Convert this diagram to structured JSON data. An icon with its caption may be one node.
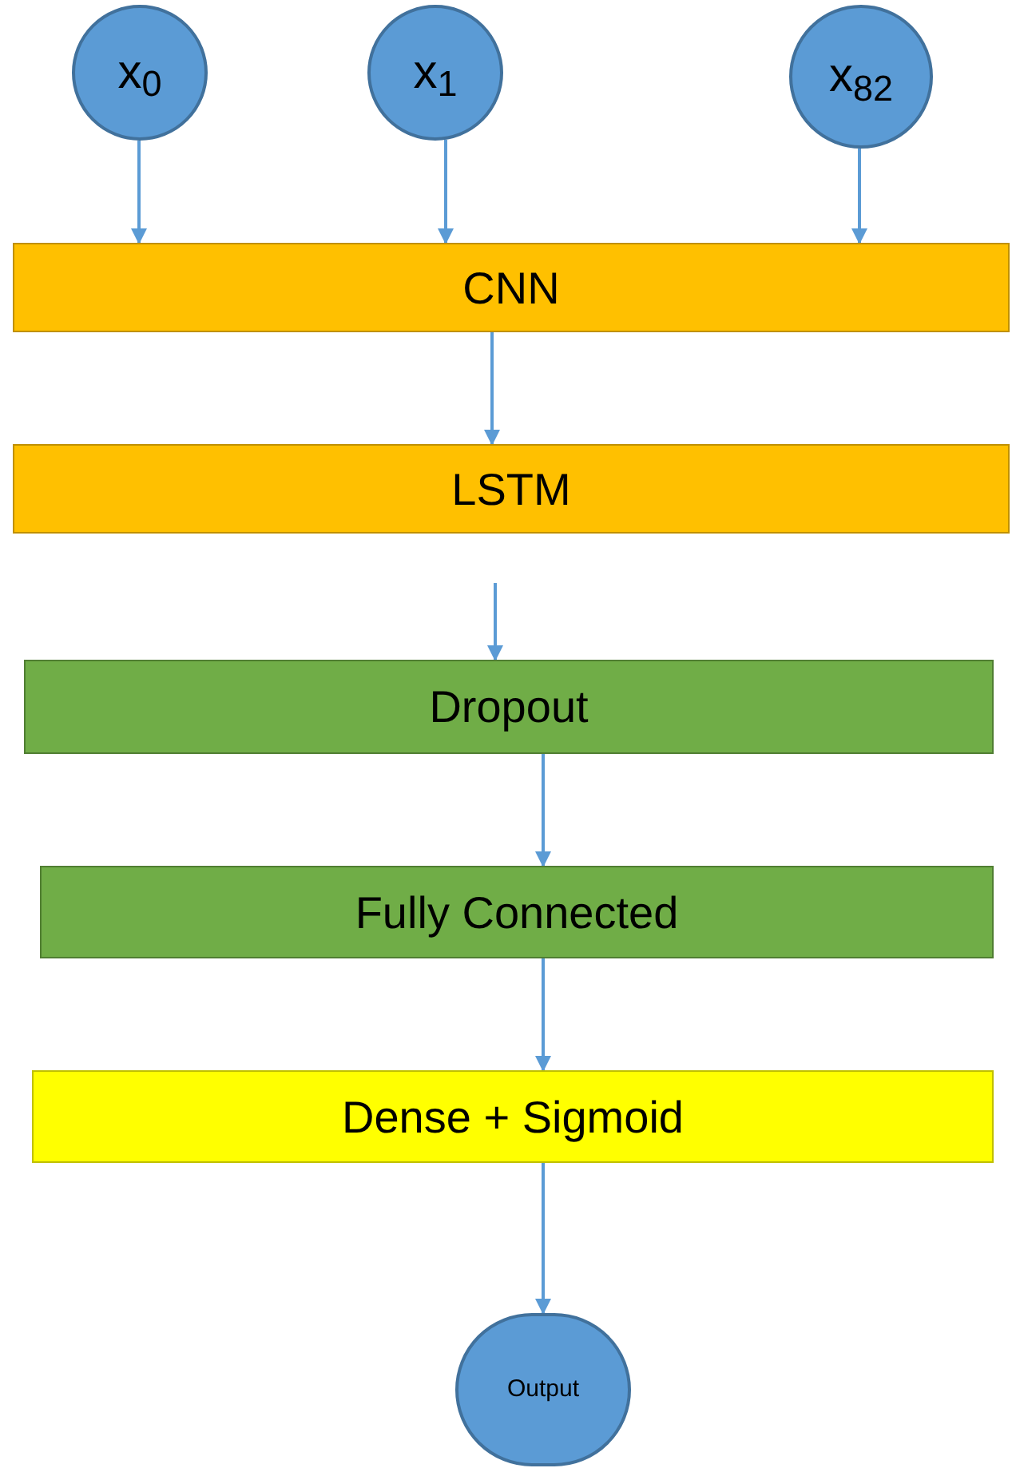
{
  "diagram": {
    "nodes": [
      {
        "text": [
          "x$_{0}$"
        ]
      },
      {
        "text": [
          "x$_{1}$"
        ]
      },
      {
        "text": [
          "x$_{82}$"
        ]
      },
      {
        "text": [
          "CNN"
        ]
      },
      {
        "text": [
          "LSTM"
        ]
      },
      {
        "text": [
          "Dropout"
        ]
      },
      {
        "text": [
          "Fully Connected"
        ]
      },
      {
        "text": [
          "Dense + Sigmoid"
        ]
      },
      {
        "text": [
          "Output"
        ]
      }
    ],
    "edges": [
      {
        "from": 0,
        "to": 3,
        "arrow": "to"
      },
      {
        "from": 1,
        "to": 3,
        "arrow": "to"
      },
      {
        "from": 2,
        "to": 3,
        "arrow": "to"
      },
      {
        "from": 3,
        "to": 4,
        "arrow": "to"
      },
      {
        "from": 4,
        "to": 5,
        "arrow": "to"
      },
      {
        "from": 5,
        "to": 6,
        "arrow": "to"
      },
      {
        "from": 6,
        "to": 7,
        "arrow": "to"
      },
      {
        "from": 7,
        "to": 8,
        "arrow": "to"
      }
    ]
  }
}
